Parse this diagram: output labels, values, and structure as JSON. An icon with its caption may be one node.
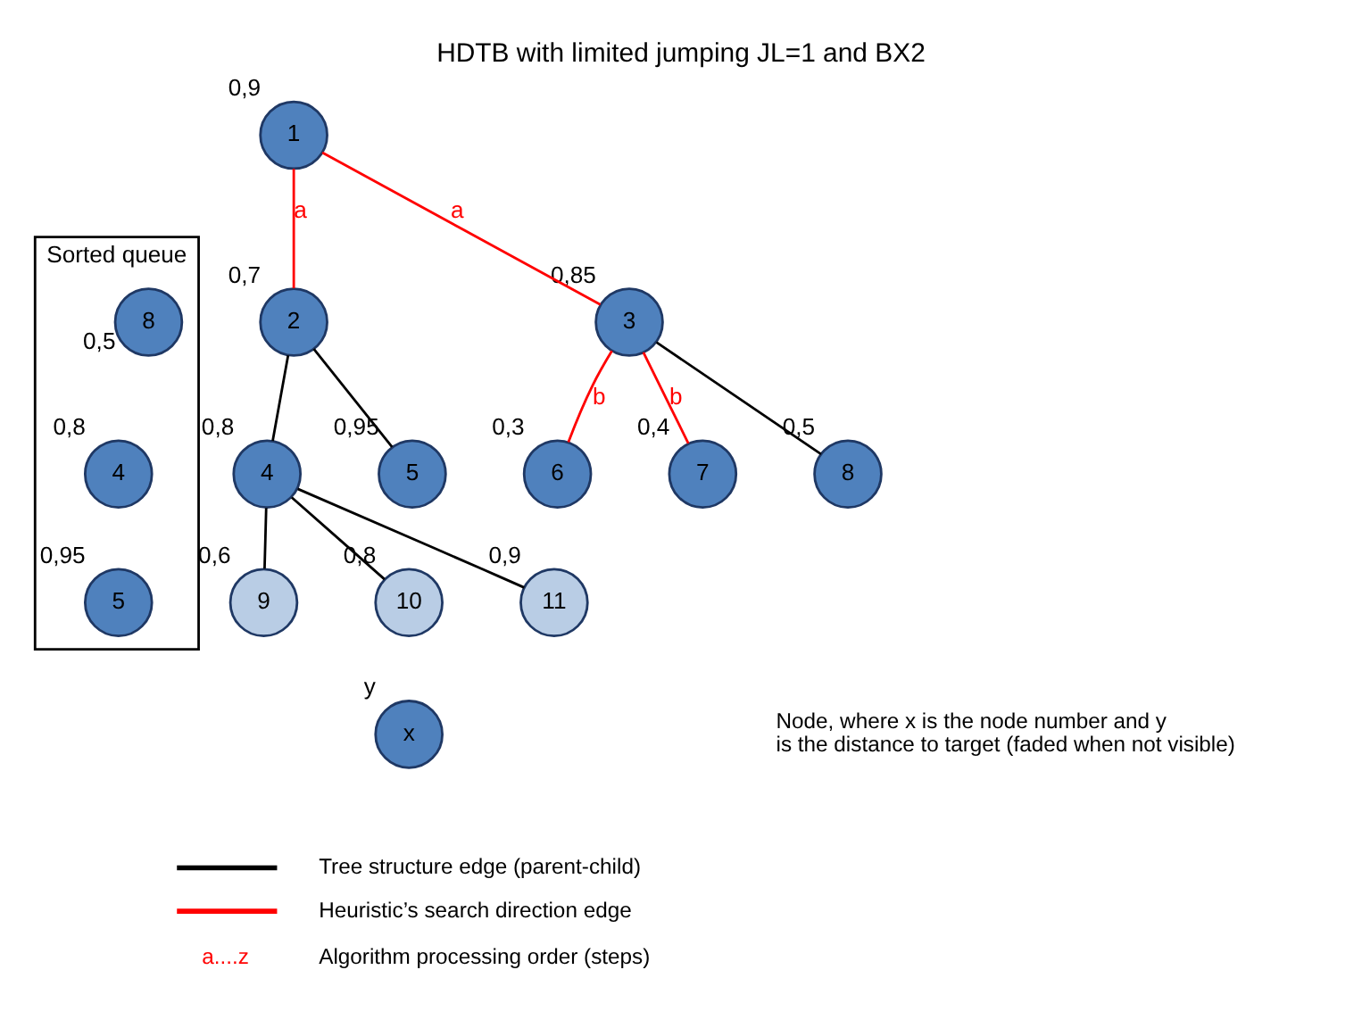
{
  "diagram": {
    "title": "HDTB with limited jumping JL=1 and BX2",
    "nodes": [
      {
        "text": [
          "1"
        ],
        "beside": [
          "0,9"
        ]
      },
      {
        "text": [
          "2"
        ],
        "beside": [
          "0,7"
        ]
      },
      {
        "text": [
          "3"
        ],
        "beside": [
          "0,85"
        ]
      },
      {
        "text": [
          "4"
        ],
        "beside": [
          "0,8"
        ]
      },
      {
        "text": [
          "5"
        ],
        "beside": [
          "0,95"
        ]
      },
      {
        "text": [
          "6"
        ],
        "beside": [
          "0,3"
        ]
      },
      {
        "text": [
          "7"
        ],
        "beside": [
          "0,4"
        ]
      },
      {
        "text": [
          "8"
        ],
        "beside": [
          "0,5"
        ]
      },
      {
        "text": [
          "9"
        ],
        "beside": [
          "0,6"
        ]
      },
      {
        "text": [
          "10"
        ],
        "beside": [
          "0,8"
        ]
      },
      {
        "text": [
          "11"
        ],
        "beside": [
          "0,9"
        ]
      },
      {
        "text": [
          "Sorted queue"
        ]
      },
      {
        "text": [
          "8"
        ],
        "beside": [
          "0,5"
        ],
        "in": 11
      },
      {
        "text": [
          "4"
        ],
        "beside": [
          "0,8"
        ],
        "in": 11
      },
      {
        "text": [
          "5"
        ],
        "beside": [
          "0,95"
        ],
        "in": 11
      },
      {
        "text": [
          "x"
        ],
        "beside": [
          "y"
        ]
      }
    ],
    "edges": [
      {
        "from": 0,
        "to": 1,
        "arrow": "none",
        "label": "a",
        "color": "#ff0000"
      },
      {
        "from": 0,
        "to": 2,
        "arrow": "none",
        "label": "a",
        "color": "#ff0000"
      },
      {
        "from": 1,
        "to": 3,
        "arrow": "none"
      },
      {
        "from": 1,
        "to": 4,
        "arrow": "none"
      },
      {
        "from": 2,
        "to": 5,
        "arrow": "none",
        "label": "b",
        "color": "#ff0000"
      },
      {
        "from": 2,
        "to": 6,
        "arrow": "none",
        "label": "b",
        "color": "#ff0000"
      },
      {
        "from": 2,
        "to": 7,
        "arrow": "none"
      },
      {
        "from": 3,
        "to": 8,
        "arrow": "none"
      },
      {
        "from": 3,
        "to": 9,
        "arrow": "none"
      },
      {
        "from": 3,
        "to": 10,
        "arrow": "none"
      }
    ],
    "labels": [
      "a....z"
    ],
    "legend": [
      {
        "text": "Node, where x is the node number and y is the distance to target (faded when not visible)"
      },
      {
        "text": "Tree structure edge (parent-child)"
      },
      {
        "text": "Heuristic’s search direction edge"
      },
      {
        "text": "Algorithm processing order (steps)"
      }
    ]
  }
}
